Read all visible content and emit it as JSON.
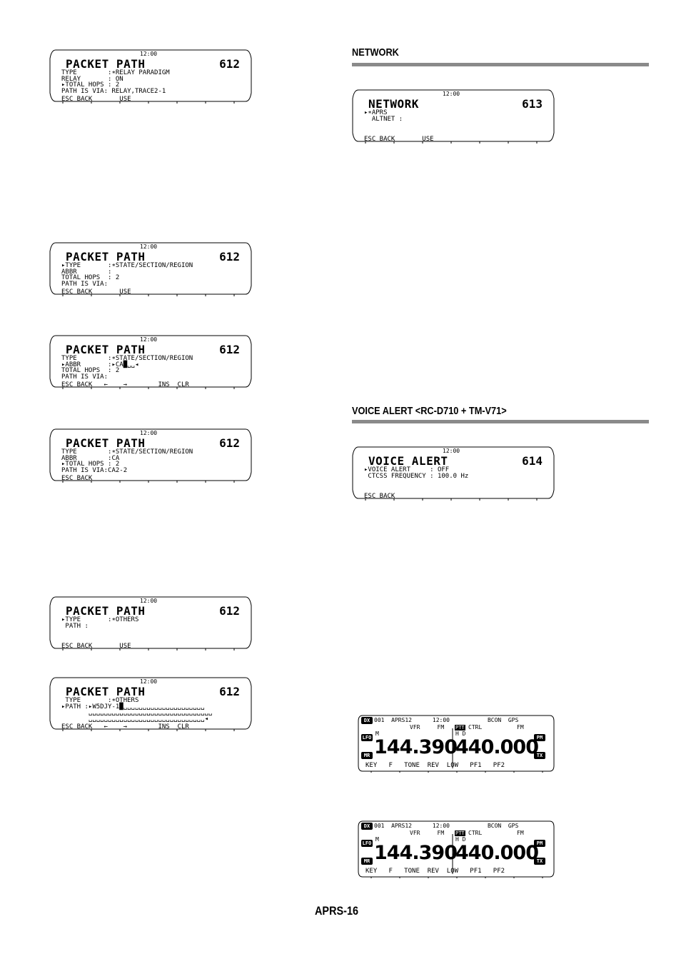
{
  "lcd_clock": "12:00",
  "screens": {
    "packet_path_relay": {
      "title": "PACKET PATH",
      "number": "612",
      "rows": [
        "TYPE        :∗RELAY PARADIGM",
        "RELAY       : ON",
        "▸TOTAL HOPS : 2",
        "PATH IS VIA: RELAY,TRACE2-1"
      ],
      "fkeys": "ESC BACK       USE"
    },
    "network": {
      "title": "NETWORK",
      "number": "613",
      "rows": [
        "▸∗APRS",
        "  ALTNET :"
      ],
      "fkeys": "ESC BACK       USE"
    },
    "packet_path_state_1": {
      "title": "PACKET PATH",
      "number": "612",
      "rows": [
        "▸TYPE       :∗STATE/SECTION/REGION",
        "ABBR        :",
        "TOTAL HOPS  : 2",
        "PATH IS VIA:"
      ],
      "fkeys": "ESC BACK       USE"
    },
    "packet_path_state_2": {
      "title": "PACKET PATH",
      "number": "612",
      "rows": [
        "TYPE        :∗STATE/SECTION/REGION",
        "▸ABBR       :▸CA█␣␣◂",
        "TOTAL HOPS  : 2",
        "PATH IS VIA:"
      ],
      "fkeys": "ESC BACK   ←    →        INS  CLR"
    },
    "packet_path_state_3": {
      "title": "PACKET PATH",
      "number": "612",
      "rows": [
        "TYPE        :∗STATE/SECTION/REGION",
        "ABBR        :CA",
        "▸TOTAL HOPS : 2",
        "PATH IS VIA:CA2-2"
      ],
      "fkeys": "ESC BACK"
    },
    "voice_alert": {
      "title": "VOICE ALERT",
      "number": "614",
      "rows": [
        "▸VOICE ALERT     : OFF",
        " CTCSS FREQUENCY : 100.0 Hz"
      ],
      "fkeys": "ESC BACK"
    },
    "packet_path_others_1": {
      "title": "PACKET PATH",
      "number": "612",
      "rows": [
        "▸TYPE       :∗OTHERS",
        " PATH :"
      ],
      "fkeys": "ESC BACK       USE"
    },
    "packet_path_others_2": {
      "title": "PACKET PATH",
      "number": "612",
      "rows": [
        " TYPE       :∗OTHERS",
        "▸PATH :▸W5DJY-1█␣␣␣␣␣␣␣␣␣␣␣␣␣␣␣␣␣␣␣␣␣",
        "       ␣␣␣␣␣␣␣␣␣␣␣␣␣␣␣␣␣␣␣␣␣␣␣␣␣␣␣␣␣␣␣␣",
        "       ␣␣␣␣␣␣␣␣␣␣␣␣␣␣␣␣␣␣␣␣␣␣␣␣␣␣␣␣␣␣◂"
      ],
      "fkeys": "ESC BACK   ←    →        INS  CLR"
    }
  },
  "sections": {
    "network_heading": "NETWORK",
    "voice_alert_heading": "VOICE ALERT <RC-D710 + TM-V71>"
  },
  "radio": {
    "status_line": "001  APRS12      12:00           BCON  GPS",
    "sub_left": "VFR     FM",
    "ctrl": "CTRL",
    "sub_right": "FM",
    "freq_a": "144.390",
    "freq_b": "440.000",
    "mark_a": "M",
    "mark_b": "H D",
    "keys": "KEY   F   TONE  REV  LOW   PF1   PF2",
    "badges_left": [
      "DX",
      "LFO",
      "MR"
    ],
    "badges_right": [
      "PM",
      "TX"
    ],
    "top_badge": "PTT"
  },
  "page_number": "APRS-16"
}
